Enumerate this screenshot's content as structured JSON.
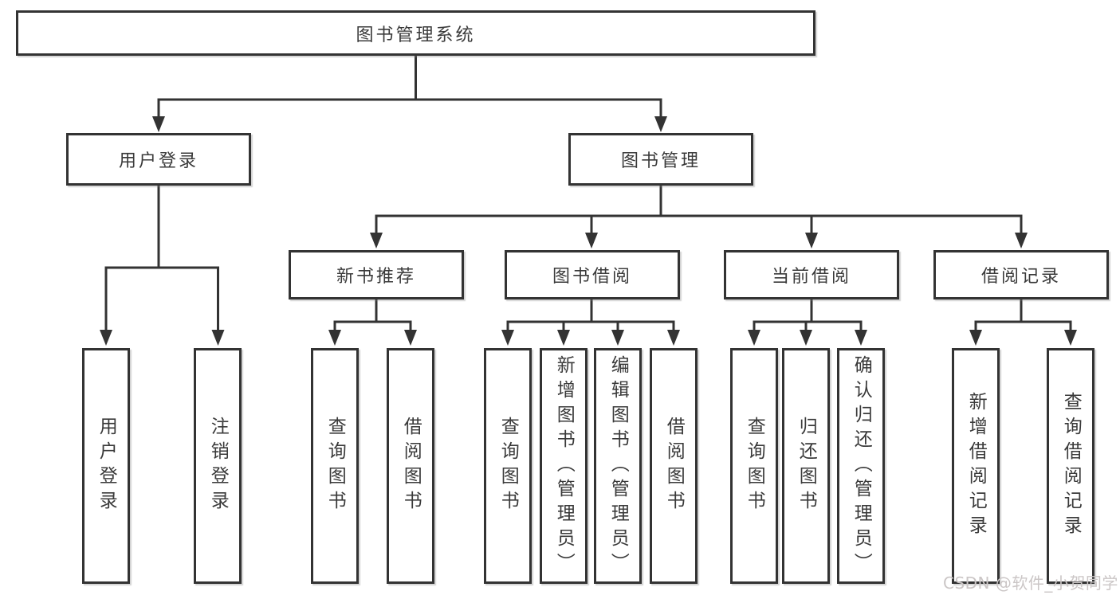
{
  "colors": {
    "line": "#333333",
    "text": "#3a3a3a",
    "box_fill": "#ffffff",
    "background": "#ffffff",
    "watermark": "#cbc6c6"
  },
  "diagram": {
    "title": "图书管理系统",
    "level2": [
      {
        "id": "user-login",
        "label": "用户登录"
      },
      {
        "id": "book-management",
        "label": "图书管理"
      }
    ],
    "level3": [
      {
        "id": "new-book-recommendation",
        "label": "新书推荐"
      },
      {
        "id": "book-borrowing",
        "label": "图书借阅"
      },
      {
        "id": "current-borrowing",
        "label": "当前借阅"
      },
      {
        "id": "borrowing-records",
        "label": "借阅记录"
      }
    ],
    "leaves": [
      {
        "id": "user-login-action",
        "label": "用户登录"
      },
      {
        "id": "logout-action",
        "label": "注销登录"
      },
      {
        "id": "query-books-recommend",
        "label": "查询图书"
      },
      {
        "id": "borrow-books-recommend",
        "label": "借阅图书"
      },
      {
        "id": "query-books-borrowing",
        "label": "查询图书"
      },
      {
        "id": "add-book-admin",
        "label": "新增图书（管理员）"
      },
      {
        "id": "edit-book-admin",
        "label": "编辑图书（管理员）"
      },
      {
        "id": "borrow-books-borrowing",
        "label": "借阅图书"
      },
      {
        "id": "query-books-current",
        "label": "查询图书"
      },
      {
        "id": "return-book",
        "label": "归还图书"
      },
      {
        "id": "confirm-return-admin",
        "label": "确认归还（管理员）"
      },
      {
        "id": "add-borrow-record",
        "label": "新增借阅记录"
      },
      {
        "id": "query-borrow-record",
        "label": "查询借阅记录"
      }
    ]
  },
  "watermark": {
    "text": "CSDN @软件_小贺同学"
  }
}
